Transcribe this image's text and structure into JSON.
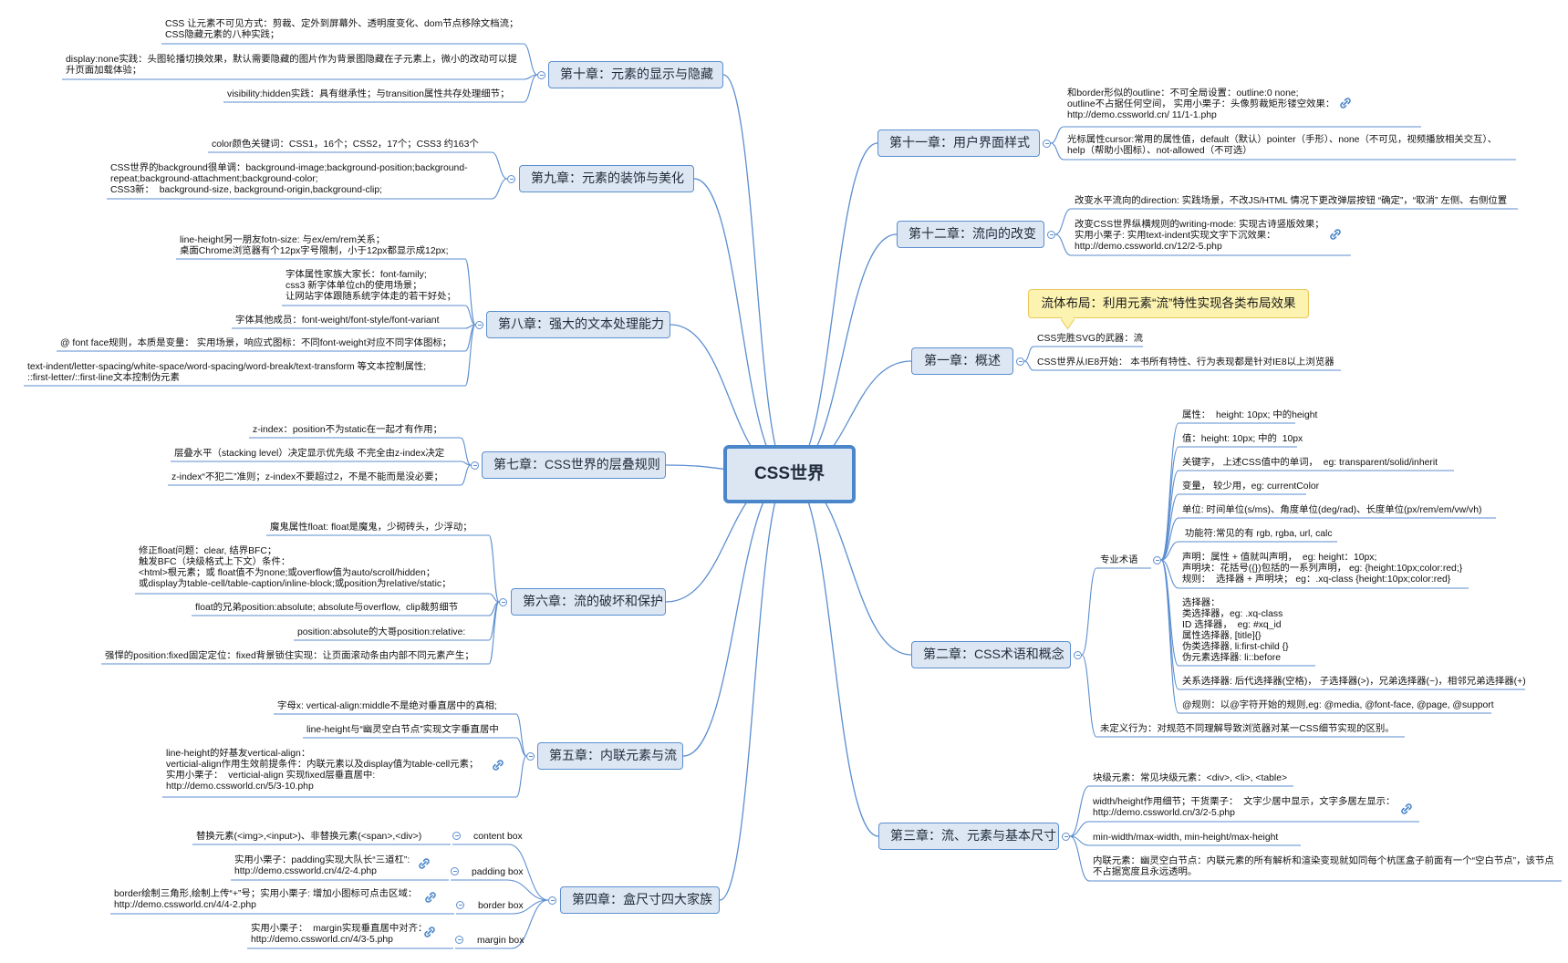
{
  "root": "CSS世界",
  "callout": "流体布局：利用元素“流”特性实现各类布局效果",
  "chapters": {
    "ch1": "第一章：概述",
    "ch2": "第二章：CSS术语和概念",
    "ch3": "第三章：流、元素与基本尺寸",
    "ch4": "第四章：盒尺寸四大家族",
    "ch5": "第五章：内联元素与流",
    "ch6": "第六章：流的破坏和保护",
    "ch7": "第七章：CSS世界的层叠规则",
    "ch8": "第八章：强大的文本处理能力",
    "ch9": "第九章：元素的装饰与美化",
    "ch10": "第十章：元素的显示与隐藏",
    "ch11": "第十一章：用户界面样式",
    "ch12": "第十二章：流向的改变"
  },
  "leaves": {
    "ch10_1": "CSS 让元素不可见方式：剪裁、定外到屏幕外、透明度变化、dom节点移除文档流；\nCSS隐藏元素的八种实践；",
    "ch10_2": "display:none实践：头图轮播切换效果，默认需要隐藏的图片作为背景图隐藏在子元素上，微小的改动可以提\n升页面加载体验；",
    "ch10_3": "visibility:hidden实践：具有继承性；与transition属性共存处理细节；",
    "ch9_1": "color颜色关键词：CSS1，16个；CSS2，17个；CSS3 约163个",
    "ch9_2": "CSS世界的background很单调：background-image;background-position;background-\nrepeat;background-attachment;background-color;\nCSS3新：  background-size, background-origin,background-clip;",
    "ch8_1": "line-height另一朋友fotn-size: 与ex/em/rem关系；\n桌面Chrome浏览器有个12px字号限制，小于12px都显示成12px;",
    "ch8_2": "字体属性家族大家长：font-family;\ncss3 新字体单位ch的使用场景；\n让网站字体跟随系统字体走的若干好处；",
    "ch8_3": "字体其他成员：font-weight/font-style/font-variant",
    "ch8_4": "@ font face规则，本质是变量： 实用场景，响应式图标：不同font-weight对应不同字体图标；",
    "ch8_5": "text-indent/letter-spacing/white-space/word-spacing/word-break/text-transform 等文本控制属性;\n::first-letter/::first-line文本控制伪元素",
    "ch7_1": "z-index：position不为static在一起才有作用；",
    "ch7_2": "层叠水平（stacking level）决定显示优先级 不完全由z-index决定",
    "ch7_3": "z-index“不犯二”准则；z-index不要超过2，不是不能而是没必要；",
    "ch6_1": "魔鬼属性float: float是魔鬼，少砌砖头，少浮动；",
    "ch6_2": "修正float问题：clear, 结界BFC；\n触发BFC（块级格式上下文）条件：\n<html>根元素；或 float值不为none;或overflow值为auto/scroll/hidden；\n或display为table-cell/table-caption/inline-block;或position为relative/static；",
    "ch6_3": "float的兄弟position:absolute; absolute与overflow,  clip裁剪细节",
    "ch6_4": "position:absolute的大哥position:relative:",
    "ch6_5": "强悍的position:fixed固定定位：fixed背景锁住实现：让页面滚动条由内部不同元素产生；",
    "ch5_1": "字母x: vertical-align:middle不是绝对垂直居中的真相;",
    "ch5_2": "line-height与“幽灵空白节点”实现文字垂直居中",
    "ch5_3": "line-height的好基友vertical-align：\nverticial-align作用生效前提条件：内联元素以及display值为table-cell元素；\n实用小栗子：  verticial-align 实现fixed层垂直居中:\nhttp://demo.cssworld.cn/5/3-10.php",
    "ch4_a": "content box",
    "ch4_b": "padding box",
    "ch4_c": "border box",
    "ch4_d": "margin box",
    "ch4_a1": "替换元素(<img>,<input>)、非替换元素(<span>,<div>)",
    "ch4_b1": "实用小栗子：padding实现大队长“三道杠”:\nhttp://demo.cssworld.cn/4/2-4.php",
    "ch4_c1": "border绘制三角形,绘制上传“+”号；实用小栗子: 增加小图标可点击区域：\nhttp://demo.cssworld.cn/4/4-2.php",
    "ch4_d1": "实用小栗子：  margin实现垂直居中对齐：\nhttp://demo.cssworld.cn/4/3-5.php",
    "ch11_1": "和border形似的outline：不可全局设置：outline:0 none;\noutline不占据任何空间， 实用小栗子：头像剪裁矩形镂空效果：\nhttp://demo.cssworld.cn/ 11/1-1.php",
    "ch11_2": "光标属性cursor:常用的属性值，default（默认）pointer（手形）、none（不可见，视频播放相关交互）、\nhelp（帮助小图标）、not-allowed（不可选）",
    "ch12_1": "改变水平流向的direction: 实践场景，不改JS/HTML 情况下更改弹层按钮 “确定”，“取消” 左侧、右侧位置",
    "ch12_2": "改变CSS世界纵横规则的writing-mode: 实现古诗竖版效果；\n实用小栗子: 实用text-indent实现文字下沉效果：\nhttp://demo.cssworld.cn/12/2-5.php",
    "ch1_1": "CSS完胜SVG的武器：流",
    "ch1_2": "CSS世界从IE8开始： 本书所有特性、行为表现都是针对IE8以上浏览器",
    "ch2_a": "专业术语",
    "ch2_a1": "属性：  height: 10px; 中的height",
    "ch2_a2": "值：height: 10px; 中的  10px",
    "ch2_a3": "关键字， 上述CSS值中的单词，  eg: transparent/solid/inherit",
    "ch2_a4": "变量， 较少用，eg: currentColor",
    "ch2_a5": "单位: 时间单位(s/ms)、角度单位(deg/rad)、长度单位(px/rem/em/vw/vh)",
    "ch2_a6": " 功能符:常见的有 rgb, rgba, url, calc",
    "ch2_a7": "声明：属性 + 值就叫声明，  eg: height：10px;\n声明块：花括号({})包括的一系列声明， eg: {height:10px;color:red;}\n规则：  选择器 + 声明块； eg：.xq-class {height:10px;color:red}",
    "ch2_a8": "选择器：\n类选择器，eg: .xq-class\nID 选择器，  eg: #xq_id\n属性选择器, [title]{}\n伪类选择器, li:first-child {}\n伪元素选择器: li::before",
    "ch2_a9": "关系选择器: 后代选择器(空格)， 子选择器(>)，兄弟选择器(~)，相邻兄弟选择器(+)",
    "ch2_a10": "@规则：以@字符开始的规则,eg: @media, @font-face, @page, @support",
    "ch2_b": "未定义行为：对规范不同理解导致浏览器对某一CSS细节实现的区别。",
    "ch3_1": "块级元素：常见块级元素：<div>, <li>, <table>",
    "ch3_2": "width/height作用细节；干货栗子：  文字少居中显示，文字多居左显示：\nhttp://demo.cssworld.cn/3/2-5.php",
    "ch3_3": "min-width/max-width, min-height/max-height",
    "ch3_4": "内联元素：幽灵空白节点：内联元素的所有解析和渲染变现就如同每个杭匡盒子前面有一个“空白节点”，该节点\n不占据宽度且永远透明。"
  },
  "colors": {
    "line": "#5b8ed0",
    "topic_fill": "#dde7f3",
    "root_border": "#4a86c9",
    "callout_fill": "#fdf3b0"
  }
}
